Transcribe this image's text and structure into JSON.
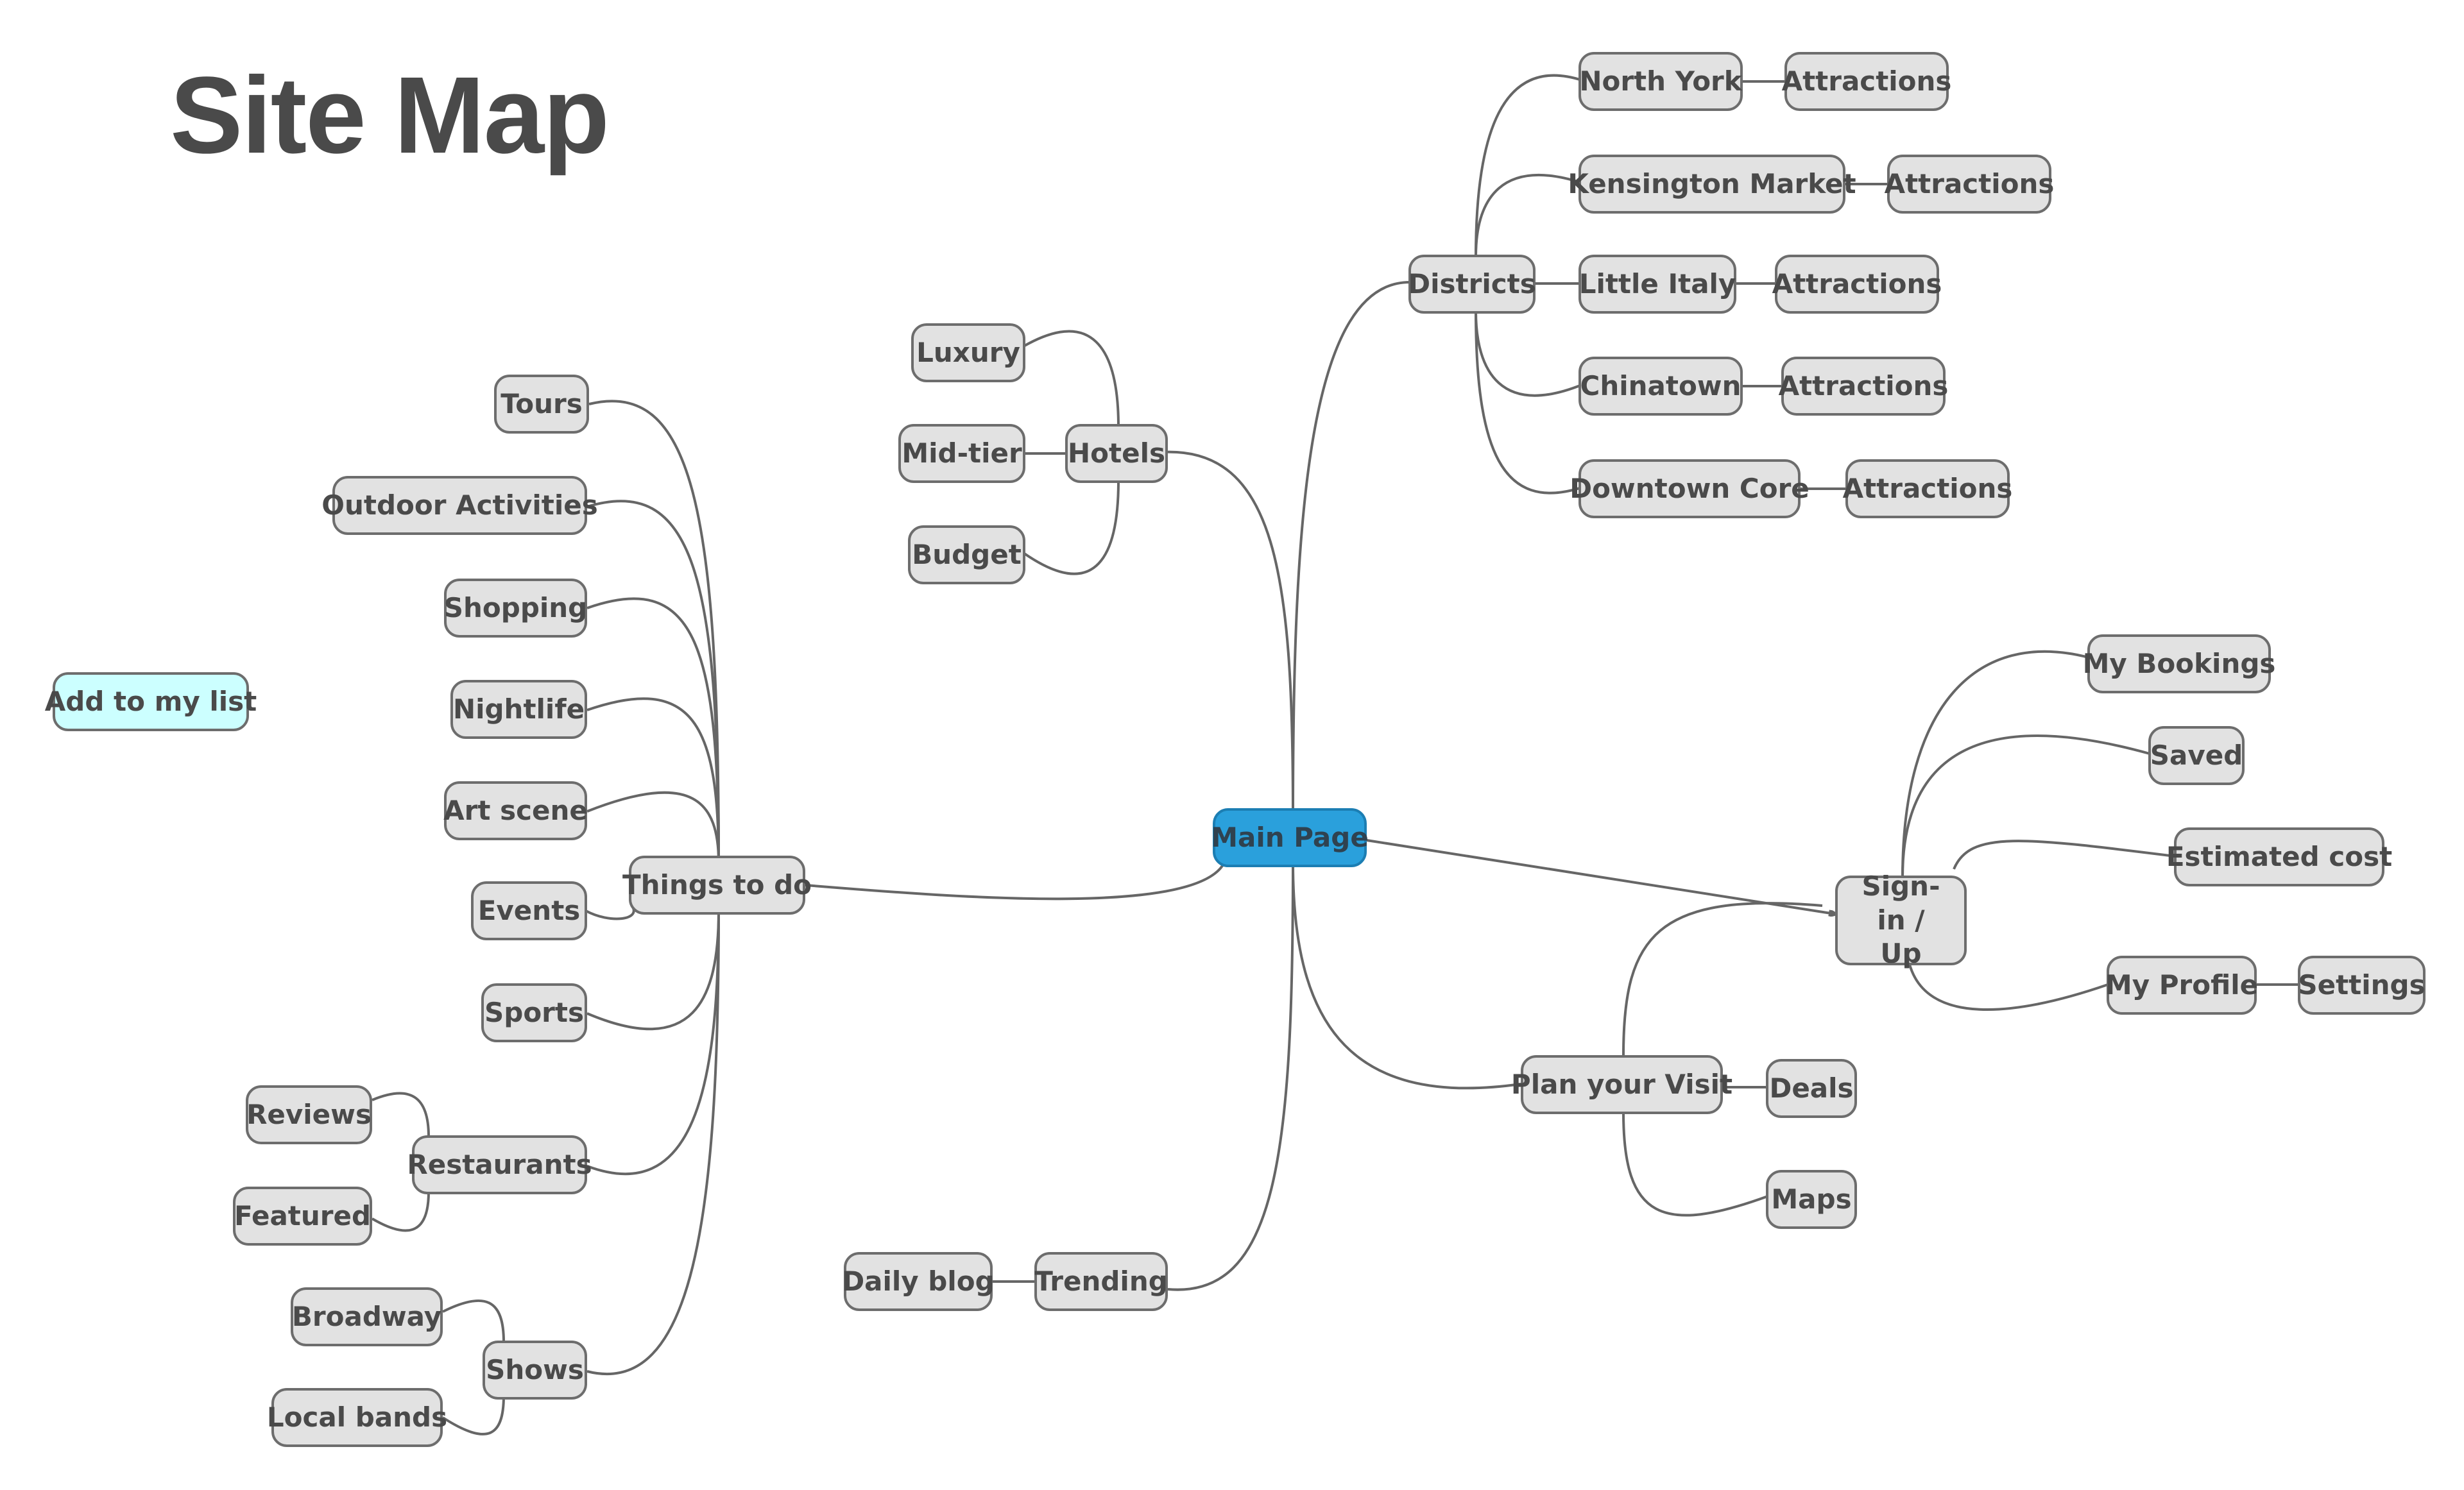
{
  "title": "Site Map",
  "colors": {
    "node_fill": "#e2e2e2",
    "node_border": "#6d6d6d",
    "main_fill": "#2aa0dc",
    "note_fill": "#ccffff",
    "link": "#666666",
    "text": "#4a4a4a"
  },
  "note": {
    "label": "Add to my list"
  },
  "nodes": {
    "main_page": "Main Page",
    "districts": "Districts",
    "north_york": "North York",
    "kensington_market": "Kensington Market",
    "little_italy": "Little Italy",
    "chinatown": "Chinatown",
    "downtown_core": "Downtown Core",
    "attractions_north_york": "Attractions",
    "attractions_kensington": "Attractions",
    "attractions_little_italy": "Attractions",
    "attractions_chinatown": "Attractions",
    "attractions_downtown": "Attractions",
    "hotels": "Hotels",
    "luxury": "Luxury",
    "mid_tier": "Mid-tier",
    "budget": "Budget",
    "things_to_do": "Things to do",
    "tours": "Tours",
    "outdoor_activities": "Outdoor Activities",
    "shopping": "Shopping",
    "nightlife": "Nightlife",
    "art_scene": "Art scene",
    "events": "Events",
    "sports": "Sports",
    "restaurants": "Restaurants",
    "reviews": "Reviews",
    "featured": "Featured",
    "shows": "Shows",
    "broadway": "Broadway",
    "local_bands": "Local bands",
    "trending": "Trending",
    "daily_blog": "Daily blog",
    "plan_your_visit": "Plan your Visit",
    "deals": "Deals",
    "maps": "Maps",
    "sign_in_up": "Sign-in / Up",
    "my_bookings": "My Bookings",
    "saved": "Saved",
    "estimated_cost": "Estimated cost",
    "my_profile": "My Profile",
    "settings": "Settings"
  }
}
